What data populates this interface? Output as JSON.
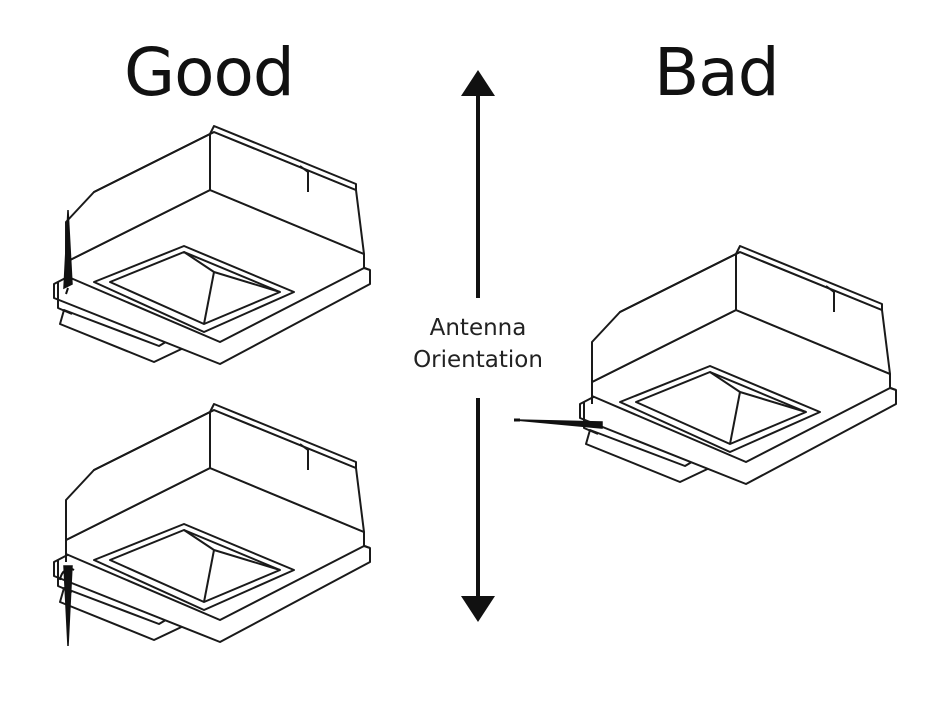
{
  "headings": {
    "good": "Good",
    "bad": "Bad"
  },
  "arrow": {
    "label_line1": "Antenna",
    "label_line2": "Orientation"
  },
  "devices": [
    {
      "group": "good",
      "antenna": "vertical-up"
    },
    {
      "group": "good",
      "antenna": "vertical-down"
    },
    {
      "group": "bad",
      "antenna": "horizontal"
    }
  ]
}
